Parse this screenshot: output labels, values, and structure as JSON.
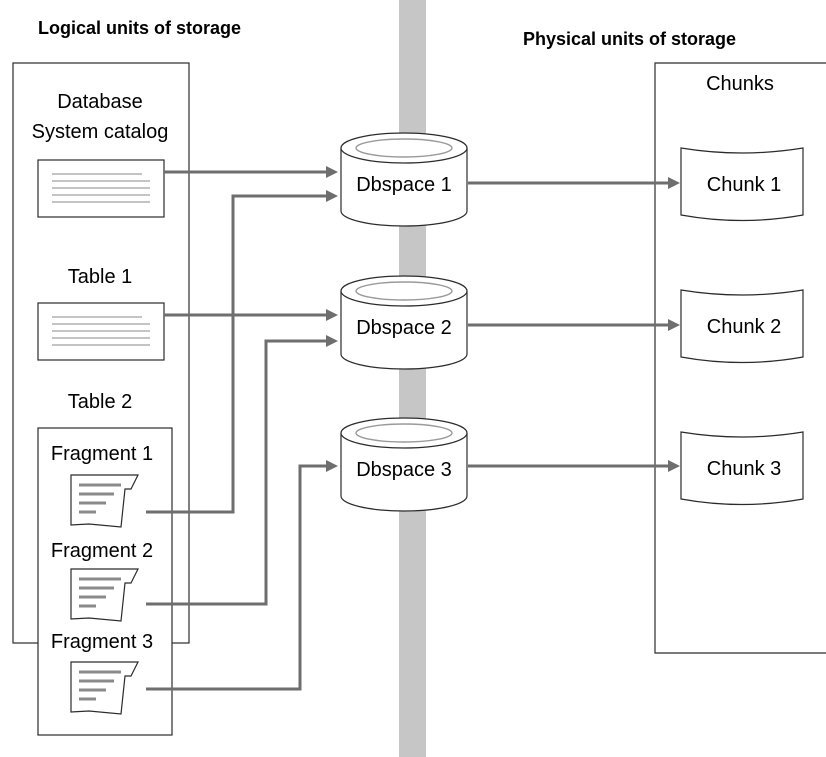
{
  "headings": {
    "logical": "Logical units of storage",
    "physical": "Physical units of storage"
  },
  "logical": {
    "database_label_line1": "Database",
    "database_label_line2": "System catalog",
    "table1_label": "Table 1",
    "table2_label": "Table 2",
    "fragments": [
      "Fragment 1",
      "Fragment 2",
      "Fragment 3"
    ]
  },
  "dbspaces": [
    "Dbspace 1",
    "Dbspace 2",
    "Dbspace 3"
  ],
  "physical": {
    "chunks_label": "Chunks",
    "chunks": [
      "Chunk 1",
      "Chunk 2",
      "Chunk 3"
    ]
  },
  "colors": {
    "divider": "#c6c6c6",
    "connector": "#6e6e6e"
  }
}
